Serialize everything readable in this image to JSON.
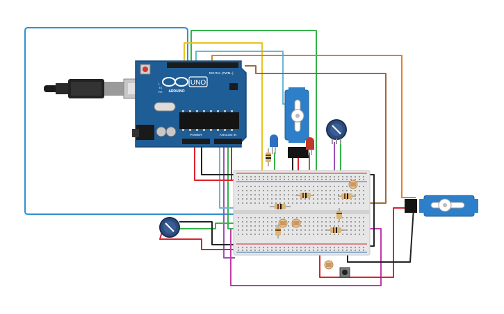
{
  "arduino": {
    "logo_text": "UNO",
    "brand_text": "ARDUINO",
    "digital_label": "DIGITAL (PWM~)",
    "power_label": "POWER",
    "analog_label": "ANALOG IN",
    "tx_label": "TX",
    "rx_label": "RX",
    "l_label": "L"
  },
  "colors": {
    "board": "#1f5d96",
    "wire_blue": "#2f8fd0",
    "wire_green": "#36b24a",
    "wire_yellow": "#e7c31f",
    "wire_cyan": "#6bb7d6",
    "wire_orange": "#e0802a",
    "wire_brown": "#9c6b3a",
    "wire_red": "#d8232a",
    "wire_black": "#222222",
    "wire_magenta": "#c03aa8",
    "wire_purple": "#7f5aa8",
    "servo": "#2e7fc9",
    "pot": "#2d4b7c"
  }
}
